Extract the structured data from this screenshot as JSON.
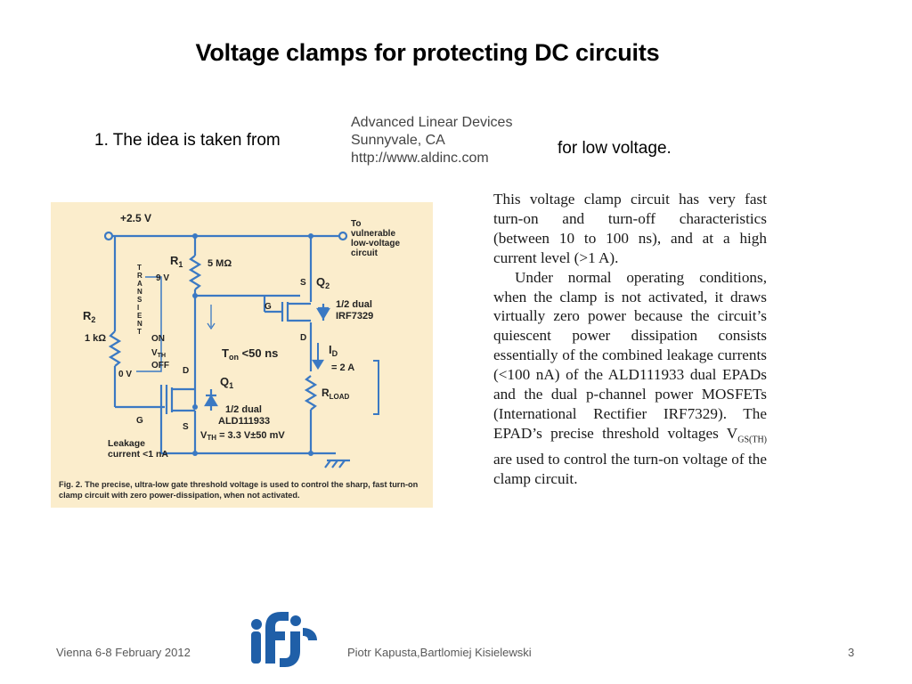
{
  "slide": {
    "title": "Voltage clamps  for protecting DC circuits",
    "lead_text": "1. The idea is taken from",
    "lead_tail": "for  low voltage.",
    "source": {
      "line1": "Advanced Linear Devices",
      "line2": "Sunnyvale, CA",
      "line3": "http://www.aldinc.com"
    }
  },
  "figure": {
    "labels": {
      "supply": "+2.5 V",
      "to_vulnerable_1": "To",
      "to_vulnerable_2": "vulnerable",
      "to_vulnerable_3": "low-voltage",
      "to_vulnerable_4": "circuit",
      "r1": "R",
      "r1_sub": "1",
      "r1_value": "5 MΩ",
      "r2": "R",
      "r2_sub": "2",
      "r2_value": "1 kΩ",
      "transient": "TRANSIENT",
      "v9": "9 V",
      "on": "ON",
      "vth": "V",
      "vth_sub": "TH",
      "off": "OFF",
      "v0": "0 V",
      "g_top": "G",
      "s_top": "S",
      "q2": "Q",
      "q2_sub": "2",
      "q2_desc1": "1/2 dual",
      "q2_desc2": "IRF7329",
      "d_top": "D",
      "ton": "T",
      "ton_sub": "on",
      "ton_val": " <50 ns",
      "id": "I",
      "id_sub": "D",
      "id_val": "= 2 A",
      "d_bottom": "D",
      "q1": "Q",
      "q1_sub": "1",
      "rload": "R",
      "rload_sub": "LOAD",
      "g_bottom": "G",
      "q1_desc1": "1/2 dual",
      "q1_desc2": "ALD111933",
      "s_bottom": "S",
      "vth_spec": "V",
      "vth_spec_sub": "TH",
      "vth_spec_val": " = 3.3 V±50 mV",
      "leak1": "Leakage",
      "leak2": "current <1 nA"
    },
    "caption": "Fig. 2.  The precise, ultra-low gate threshold voltage is used to control the sharp, fast turn-on clamp circuit with zero power-dissipation, when not activated."
  },
  "article": {
    "para1": "This voltage clamp circuit has very fast turn-on and turn-off characteristics (between 10 to 100 ns), and at a high current level (>1 A).",
    "para2_a": "Under normal operating conditions, when the clamp is not activated, it draws virtually zero power because the circuit’s quiescent power dissipation consists essentially of the combined leakage currents (<100 nA) of the ALD111933 dual EPADs and the dual p-channel power MOSFETs (International Rectifier IRF7329). The EPAD’s precise threshold voltages V",
    "para2_sub": "GS(TH)",
    "para2_b": " are used to control the turn-on voltage of the clamp circuit."
  },
  "footer": {
    "left": "Vienna 6-8 February 2012",
    "middle": "Piotr Kapusta,Bartlomiej Kisielewski",
    "page": "3"
  },
  "colors": {
    "figure_bg": "#fbedcc",
    "wire": "#3b79c3",
    "footer_text": "#595959",
    "logo_blue": "#1f5fa8"
  },
  "icons": {
    "logo": "ifj-institute-logo"
  }
}
